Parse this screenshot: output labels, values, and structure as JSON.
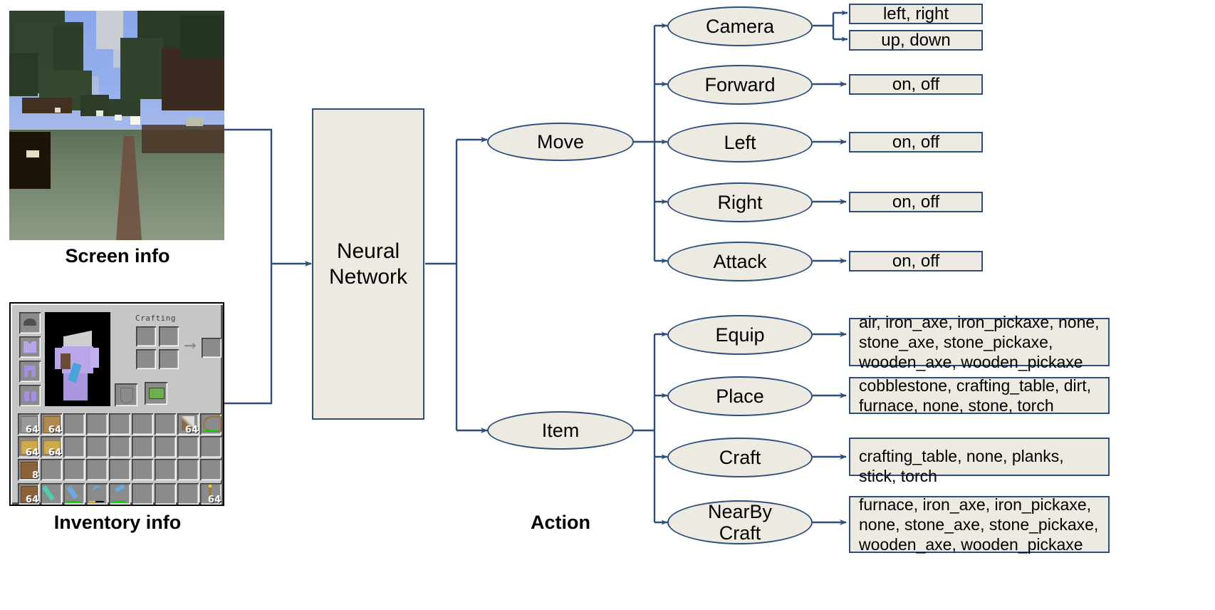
{
  "diagram": {
    "title": "Minecraft agent action-space diagram",
    "colors": {
      "stroke": "#2e4f7c",
      "fill": "#edeae1",
      "text": "#000000"
    }
  },
  "inputs": [
    {
      "id": "screen",
      "caption": "Screen info"
    },
    {
      "id": "inventory",
      "caption": "Inventory info"
    }
  ],
  "model": {
    "label_line1": "Neural",
    "label_line2": "Network",
    "label": "Neural Network"
  },
  "action_label": "Action",
  "groups": [
    {
      "name": "Move",
      "children": [
        {
          "name": "Camera",
          "values": [
            "left, right",
            "up, down"
          ]
        },
        {
          "name": "Forward",
          "values": [
            "on, off"
          ]
        },
        {
          "name": "Left",
          "values": [
            "on, off"
          ]
        },
        {
          "name": "Right",
          "values": [
            "on, off"
          ]
        },
        {
          "name": "Attack",
          "values": [
            "on, off"
          ]
        }
      ]
    },
    {
      "name": "Item",
      "children": [
        {
          "name": "Equip",
          "values": [
            "air, iron_axe, iron_pickaxe, none, stone_axe, stone_pickaxe, wooden_axe, wooden_pickaxe"
          ]
        },
        {
          "name": "Place",
          "values": [
            "cobblestone, crafting_table, dirt, furnace, none, stone, torch"
          ]
        },
        {
          "name": "Craft",
          "values": [
            "crafting_table, none, planks, stick, torch"
          ]
        },
        {
          "name": "NearBy Craft",
          "name_line1": "NearBy",
          "name_line2": "Craft",
          "values": [
            "furnace, iron_axe, iron_pickaxe, none, stone_axe, stone_pickaxe, wooden_axe, wooden_pickaxe"
          ]
        }
      ]
    }
  ],
  "inventory_gui": {
    "crafting_label": "Crafting",
    "slot_counts": [
      "64",
      "64",
      "64",
      "64",
      "64",
      "64",
      "8",
      "64",
      "64"
    ]
  }
}
